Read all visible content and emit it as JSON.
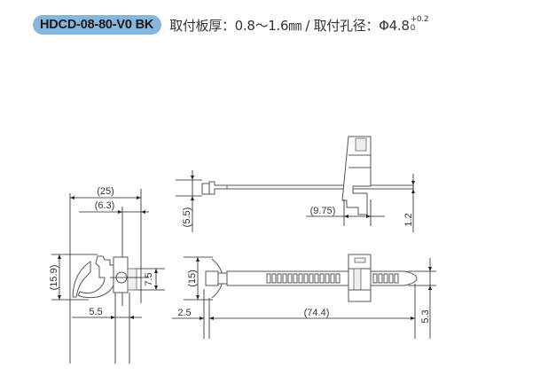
{
  "header": {
    "model_badge": "HDCD-08-80-V0 BK",
    "spec_prefix": "取付板厚：0.8〜1.6㎜ / 取付孔径：Φ4.8",
    "tolerance_upper": "+0.2",
    "tolerance_lower": "0",
    "badge_color": "#86b6dc"
  },
  "drawing": {
    "side_view": {
      "dim_width_total": "(25)",
      "dim_width_inner": "(6.3)",
      "dim_height": "(15.9)",
      "dim_small_height": "7.5",
      "dim_bottom": "5.5"
    },
    "top_view": {
      "dim_head_height": "(5.5)",
      "dim_clip_width": "(9.75)",
      "dim_tail_thickness": "1.2"
    },
    "front_view": {
      "dim_head_height": "(15)",
      "dim_head_offset": "2.5",
      "dim_length": "(74.4)",
      "dim_band_width": "5.3"
    }
  }
}
